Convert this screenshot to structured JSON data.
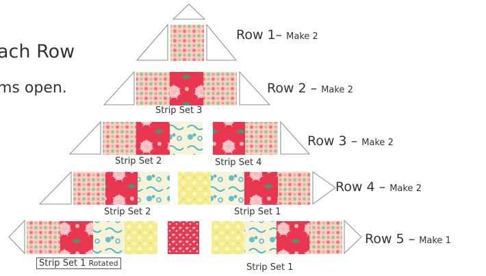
{
  "instructions": {
    "line1": "ach Row",
    "line2": "ms open."
  },
  "rows": [
    {
      "label": "Row 1",
      "dash": "–",
      "make": "Make 2"
    },
    {
      "label": "Row 2",
      "dash": "–",
      "make": "Make 2"
    },
    {
      "label": "Row 3",
      "dash": "–",
      "make": "Make 2"
    },
    {
      "label": "Row 4",
      "dash": "–",
      "make": "Make 2"
    },
    {
      "label": "Row 5",
      "dash": "–",
      "make": "Make 1"
    }
  ],
  "strip_sets": {
    "r2_a": "Strip Set 3",
    "r3_a": "Strip Set 2",
    "r3_b": "Strip Set 4",
    "r4_a": "Strip Set 2",
    "r4_b": "Strip Set 1",
    "r5_a_main": "Strip Set 1",
    "r5_a_small": "Rotated",
    "r5_b": "Strip Set 1"
  },
  "fabrics": {
    "pink_dot": "#f6c8bd",
    "red_floral": "#e8394f",
    "cream_blue": "#f5f2d6",
    "yellow": "#f4ea8a",
    "outline": "#888888"
  }
}
